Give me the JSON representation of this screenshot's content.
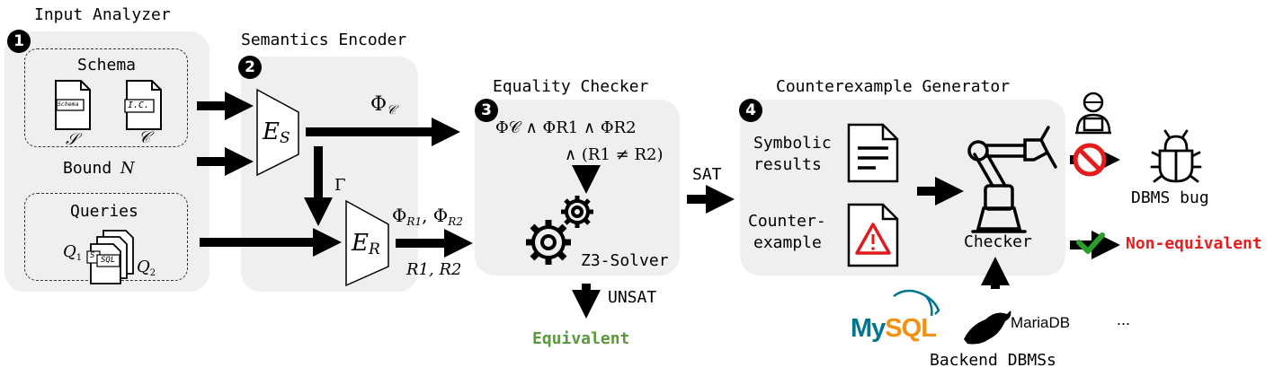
{
  "input_analyzer": {
    "title": "Input Analyzer",
    "step": "1",
    "schema_group": {
      "label": "Schema",
      "schema_doc": "Schema",
      "ic_doc": "I.C.",
      "s_symbol": "𝒮",
      "c_symbol": "𝒞"
    },
    "bound_label": "Bound",
    "bound_var": "N",
    "queries_group": {
      "label": "Queries",
      "q1": "Q",
      "q1_sub": "1",
      "q2": "Q",
      "q2_sub": "2",
      "doc_s": "S",
      "doc_sql": "SQL"
    }
  },
  "semantics_encoder": {
    "title": "Semantics Encoder",
    "step": "2",
    "es_label": "E",
    "es_sub": "S",
    "er_label": "E",
    "er_sub": "R",
    "gamma": "Γ",
    "phi_c": "Φ",
    "phi_c_sub": "𝒞",
    "phi_r": "Φ",
    "phi_r1_sub": "R1",
    "phi_r2_sub": "R2",
    "rels": "R1, R2"
  },
  "equality_checker": {
    "title": "Equality Checker",
    "step": "3",
    "formula_line1": "Φ𝒞 ∧ ΦR1 ∧ ΦR2",
    "formula_line2": "∧ (R1 ≠ R2)",
    "solver": "Z3-Solver",
    "unsat": "UNSAT",
    "equivalent": "Equivalent",
    "sat": "SAT"
  },
  "counterexample_generator": {
    "title": "Counterexample Generator",
    "step": "4",
    "symbolic_1": "Symbolic",
    "symbolic_2": "results",
    "counter_1": "Counter-",
    "counter_2": "example",
    "checker": "Checker"
  },
  "outcomes": {
    "bug": "DBMS bug",
    "non_equivalent": "Non-equivalent"
  },
  "backends": {
    "mysql_my": "My",
    "mysql_sql": "SQL",
    "mariadb": "MariaDB",
    "ellipsis": "...",
    "label": "Backend DBMSs"
  },
  "colors": {
    "panel": "#efefef",
    "equivalent": "#5a9a3a",
    "non_equivalent": "#e51f1f",
    "forbid": "#e41c1c",
    "check": "#2aa02a",
    "mysql_blue": "#00758f",
    "mysql_orange": "#f29111",
    "warning": "#e01b1b"
  }
}
